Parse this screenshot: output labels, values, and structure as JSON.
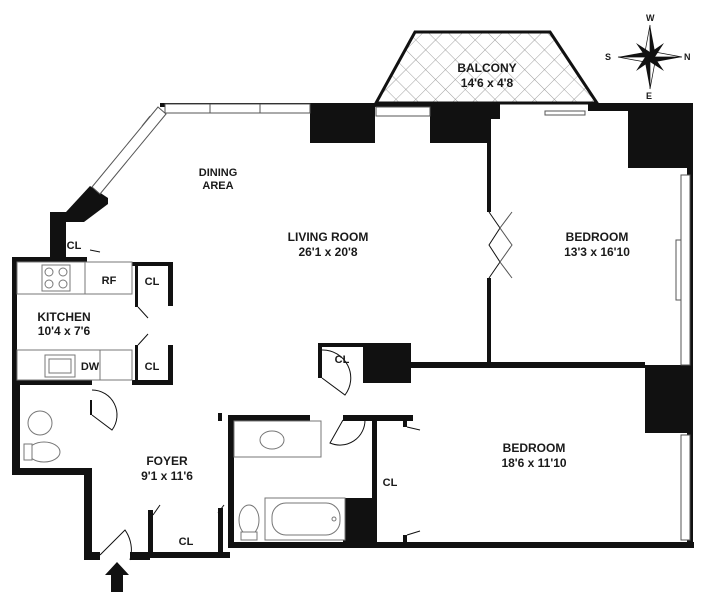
{
  "compass": {
    "n": "N",
    "s": "S",
    "e": "E",
    "w": "W"
  },
  "rooms": {
    "balcony": {
      "name": "BALCONY",
      "size": "14'6 x 4'8"
    },
    "dining": {
      "line1": "DINING",
      "line2": "AREA"
    },
    "living": {
      "name": "LIVING ROOM",
      "size": "26'1 x 20'8"
    },
    "bedroom1": {
      "name": "BEDROOM",
      "size": "13'3 x 16'10"
    },
    "kitchen": {
      "name": "KITCHEN",
      "size": "10'4 x 7'6"
    },
    "foyer": {
      "name": "FOYER",
      "size": "9'1 x 11'6"
    },
    "bedroom2": {
      "name": "BEDROOM",
      "size": "18'6 x 11'10"
    }
  },
  "closets": {
    "living_cl": "CL",
    "kitchen_cl_top": "CL",
    "kitchen_cl_bottom": "CL",
    "center_cl": "CL",
    "foyer_cl": "CL",
    "bedroom2_cl": "CL"
  },
  "appliances": {
    "rf": "RF",
    "dw": "DW"
  },
  "colors": {
    "wall": "#111111",
    "window": "#9a9a9a",
    "floor": "#ffffff",
    "fixture": "#777777"
  }
}
